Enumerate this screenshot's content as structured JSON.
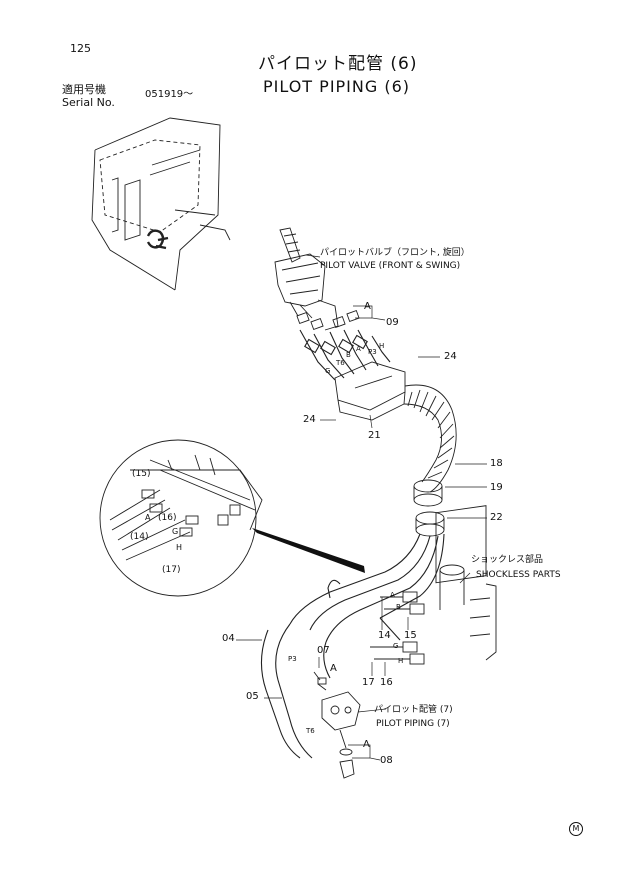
{
  "page_number": "125",
  "title": {
    "jp": "パイロット配管 (6)",
    "en": "PILOT PIPING (6)"
  },
  "serial": {
    "jp_label": "適用号機",
    "en_label": "Serial No.",
    "value": "051919～"
  },
  "annotations": {
    "pilot_valve_jp": "パイロットバルブ（フロント, 旋回）",
    "pilot_valve_en": "PILOT VALVE (FRONT & SWING)",
    "shockless_jp": "ショックレス部品",
    "shockless_en": "SHOCKLESS PARTS",
    "pilot_piping7_jp": "パイロット配管 (7)",
    "pilot_piping7_en": "PILOT PIPING (7)"
  },
  "callouts": {
    "c09": "09",
    "c24a": "24",
    "c24b": "24",
    "c21": "21",
    "c18": "18",
    "c19": "19",
    "c22": "22",
    "c04": "04",
    "c05": "05",
    "c07": "07",
    "c08": "08",
    "c14": "14",
    "c15": "15",
    "c16": "16",
    "c17": "17",
    "A1": "A",
    "A2": "A",
    "A3": "A"
  },
  "detail_callouts": {
    "p15": "(15)",
    "p16": "(16)",
    "p14": "(14)",
    "p17": "(17)",
    "A": "A",
    "G": "G",
    "H": "H"
  },
  "port_letters": {
    "G": "G",
    "T6": "T6",
    "B": "B",
    "A": "A",
    "P3": "P3",
    "H": "H",
    "G2": "G",
    "H2": "H",
    "B2": "B",
    "A4": "A",
    "P3b": "P3",
    "T6b": "T6"
  },
  "corner_mark": "M"
}
